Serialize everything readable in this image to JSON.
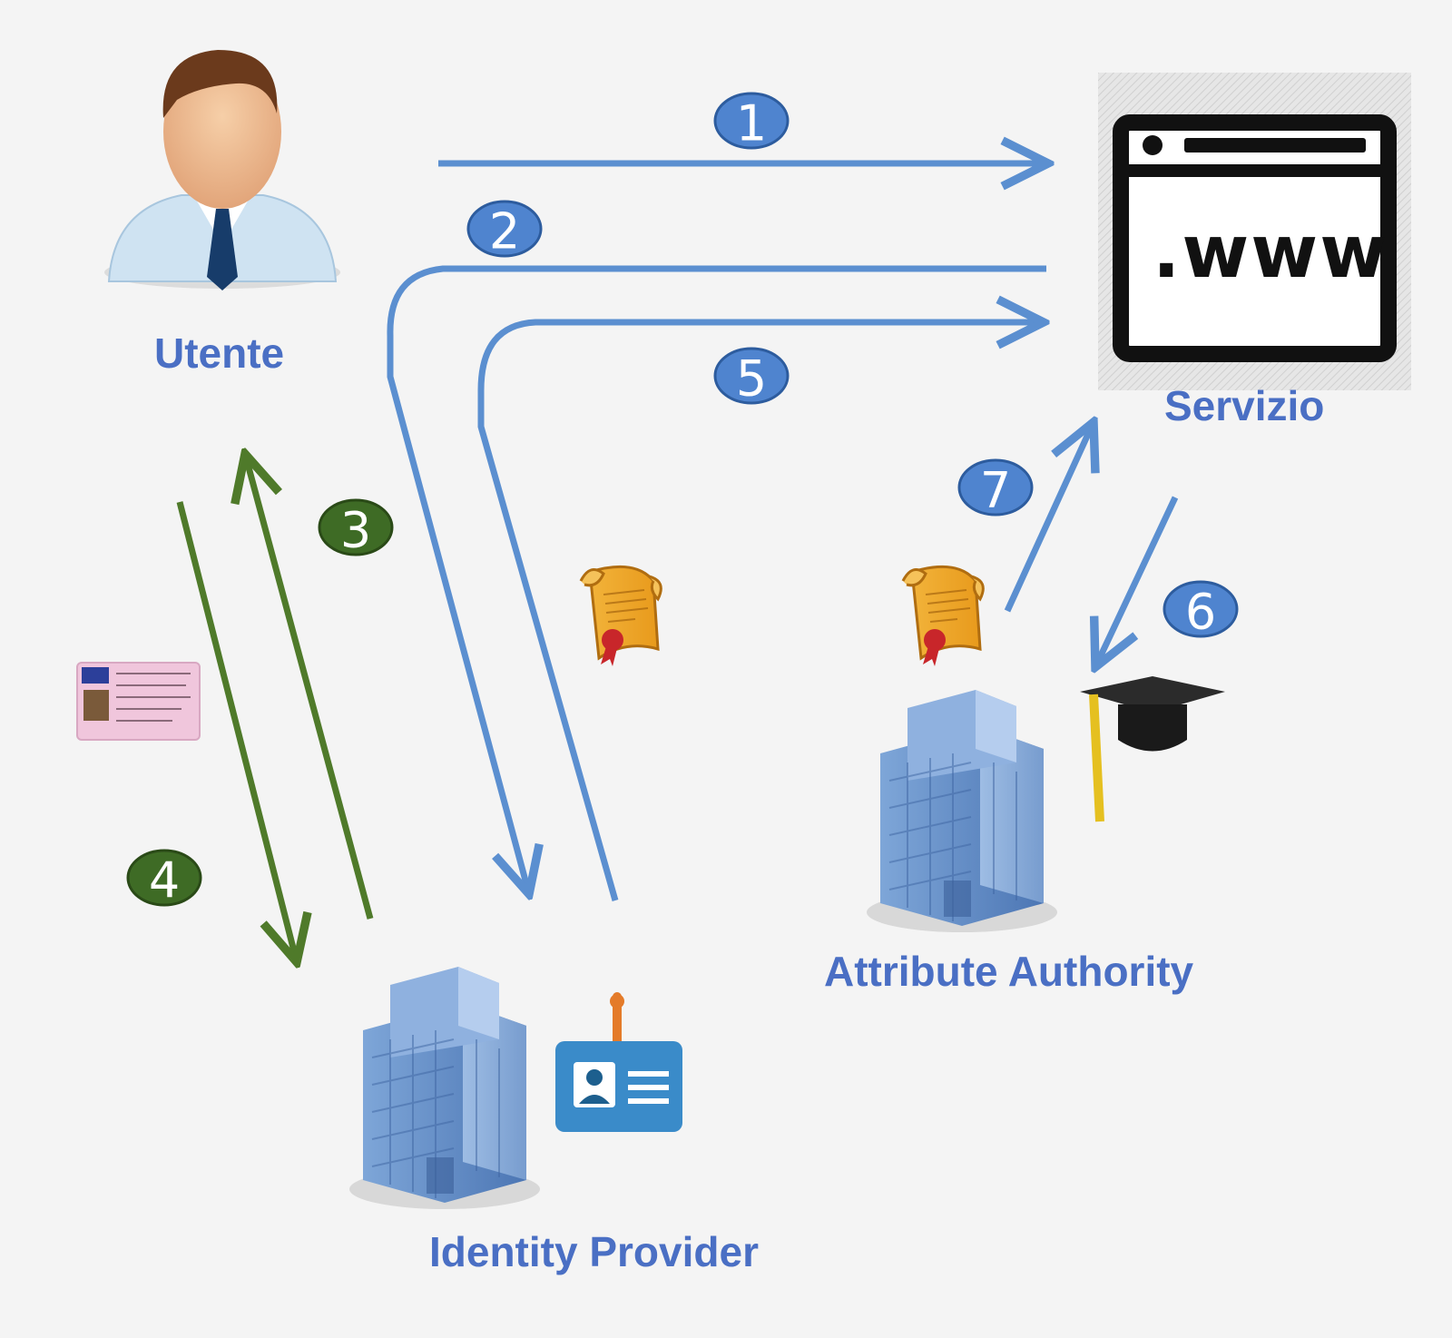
{
  "nodes": {
    "user": "Utente",
    "service": "Servizio",
    "identity_provider": "Identity Provider",
    "attribute_authority": "Attribute Authority"
  },
  "service_screen_text": ".www",
  "steps": [
    {
      "number": "1"
    },
    {
      "number": "2"
    },
    {
      "number": "3"
    },
    {
      "number": "4"
    },
    {
      "number": "5"
    },
    {
      "number": "6"
    },
    {
      "number": "7"
    }
  ],
  "colors": {
    "blue_flow": "#5b8fd0",
    "green_flow": "#4f7a2a",
    "label": "#4a6fc4",
    "blue_badge": "#4f84cf",
    "green_badge": "#3e6b25"
  },
  "icons": [
    "user-avatar-icon",
    "browser-window-icon",
    "building-icon",
    "id-badge-icon",
    "certificate-scroll-icon",
    "graduation-cap-icon",
    "id-card-icon"
  ]
}
